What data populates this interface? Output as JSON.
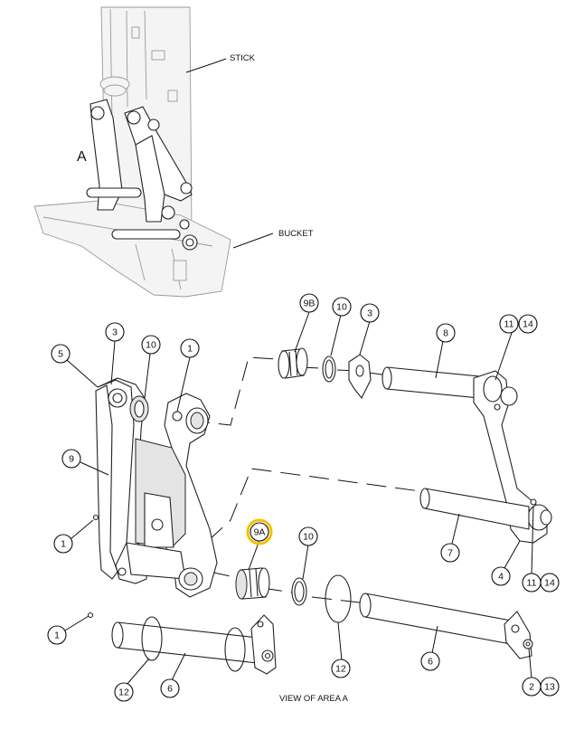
{
  "diagram": {
    "view_letter": "A",
    "labels": {
      "stick": "STICK",
      "bucket": "BUCKET"
    },
    "caption": "VIEW OF AREA A",
    "highlight_color": "#f2c200",
    "callouts": [
      {
        "id": "c-3-left",
        "text": "3"
      },
      {
        "id": "c-5",
        "text": "5"
      },
      {
        "id": "c-10-left",
        "text": "10"
      },
      {
        "id": "c-1-top",
        "text": "1"
      },
      {
        "id": "c-9",
        "text": "9"
      },
      {
        "id": "c-1-mid",
        "text": "1"
      },
      {
        "id": "c-1-bottom",
        "text": "1"
      },
      {
        "id": "c-9b",
        "text": "9B"
      },
      {
        "id": "c-10-top",
        "text": "10"
      },
      {
        "id": "c-3-top",
        "text": "3"
      },
      {
        "id": "c-8",
        "text": "8"
      },
      {
        "id": "c-11-top",
        "text": "11"
      },
      {
        "id": "c-14-top",
        "text": "14"
      },
      {
        "id": "c-9a",
        "text": "9A",
        "highlighted": true
      },
      {
        "id": "c-10-mid",
        "text": "10"
      },
      {
        "id": "c-7",
        "text": "7"
      },
      {
        "id": "c-4",
        "text": "4"
      },
      {
        "id": "c-11-bottom",
        "text": "11"
      },
      {
        "id": "c-14-bottom",
        "text": "14"
      },
      {
        "id": "c-12-mid",
        "text": "12"
      },
      {
        "id": "c-6-right",
        "text": "6"
      },
      {
        "id": "c-12-left",
        "text": "12"
      },
      {
        "id": "c-6-left",
        "text": "6"
      },
      {
        "id": "c-2",
        "text": "2"
      },
      {
        "id": "c-13",
        "text": "13"
      }
    ]
  }
}
